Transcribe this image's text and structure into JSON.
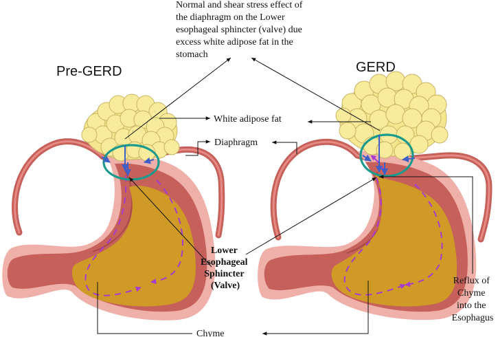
{
  "title_annotation": [
    "Normal and shear stress effect of",
    "the diaphragm on the Lower",
    "esophageal sphincter (valve) due",
    "excess white adipose fat in the",
    "stomach"
  ],
  "panels": {
    "left": {
      "title": "Pre-GERD"
    },
    "right": {
      "title": "GERD"
    }
  },
  "labels": {
    "white_adipose_fat": "White adipose fat",
    "diaphragm": "Diaphragm",
    "les": [
      "Lower",
      "Esophageal",
      "Sphincter",
      "(Valve)"
    ],
    "chyme": "Chyme",
    "reflux": [
      "Reflux of",
      "Chyme",
      "into the",
      "Esophagus"
    ]
  },
  "colors": {
    "stomach_outer": "#f0b0aa",
    "stomach_wall": "#c6605b",
    "chyme_fill": "#cf9a25",
    "fat_fill": "#f8ec9c",
    "ring": "#1a9a8c",
    "flow_arrows": "#a63bd0",
    "force_arrows": "#3f5fc8"
  }
}
